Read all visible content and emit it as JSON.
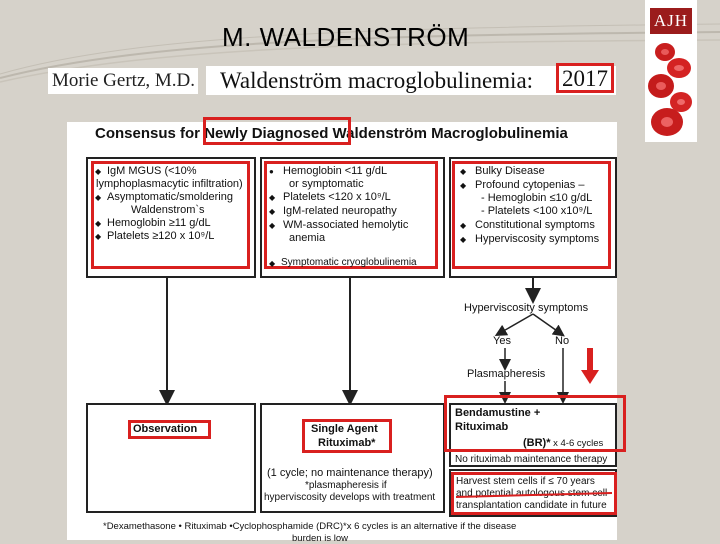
{
  "slide": {
    "title": "M. WALDENSTRÖM",
    "author": "Morie Gertz, M.D.",
    "paper_title": "Waldenström macroglobulinemia:",
    "paper_year": "2017",
    "journal_logo": "AJH"
  },
  "flowchart": {
    "heading_prefix": "Consensus for ",
    "heading_highlight": "Newly Diagnosed",
    "heading_suffix": " Waldenström Macroglobulinemia",
    "left_criteria": [
      "IgM MGUS (<10%",
      "lymphoplasmacytic infiltration)",
      "Asymptomatic/smoldering",
      "Waldenstrom`s",
      "Hemoglobin ≥11 g/dL",
      "Platelets ≥120 x 10⁹/L"
    ],
    "middle_criteria": [
      "Hemoglobin  <11 g/dL",
      "or symptomatic",
      "Platelets <120 x 10⁹/L",
      "IgM-related neuropathy",
      "WM-associated hemolytic",
      "anemia",
      "Symptomatic cryoglobulinemia"
    ],
    "right_criteria": [
      "Bulky Disease",
      "Profound cytopenias –",
      "- Hemoglobin ≤10 g/dL",
      "- Platelets <100 x10⁹/L",
      "Constitutional symptoms",
      "Hyperviscosity symptoms"
    ],
    "hyperviscosity_question": "Hyperviscosity symptoms",
    "yes_label": "Yes",
    "no_label": "No",
    "plasmapheresis": "Plasmapheresis",
    "observation": "Observation",
    "single_agent": "Single Agent",
    "rituximab": "Rituximab*",
    "single_cycle_note": "(1 cycle; no maintenance therapy)",
    "plasma_note_1": "*plasmapheresis  if",
    "plasma_note_2": "hyperviscosity  develops with treatment",
    "bendamustine": "Bendamustine +",
    "rituximab2": "Rituximab",
    "br_label": "(BR)*",
    "br_cycles": " x 4-6 cycles",
    "no_maintenance": "No rituximab maintenance therapy",
    "harvest_1": "Harvest  stem  cells if  ≤ 70 years",
    "harvest_2": "and  potential  autologous  stem  cell",
    "harvest_3": "transplantation  candidate  in future",
    "footnote_1": "*Dexamethasone • Rituximab •Cyclophosphamide (DRC)*x 6 cycles is an alternative if the disease",
    "footnote_2": "burden  is low"
  },
  "colors": {
    "highlight": "#d9201f",
    "background": "#d6d2ca"
  }
}
